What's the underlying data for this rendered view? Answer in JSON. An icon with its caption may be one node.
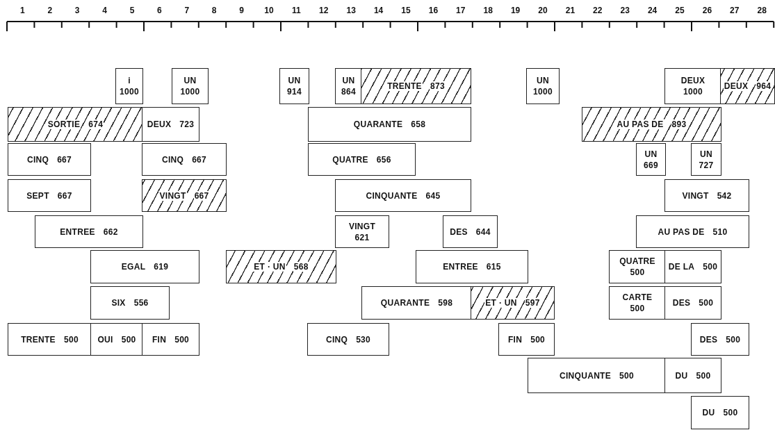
{
  "diagram": {
    "nodes": [
      {
        "text": [
          "i",
          "1000"
        ]
      },
      {
        "text": [
          "UN",
          "1000"
        ]
      },
      {
        "text": [
          "UN",
          "914"
        ]
      },
      {
        "text": [
          "UN",
          "864"
        ]
      },
      {
        "text": [
          "TRENTE",
          "873"
        ]
      },
      {
        "text": [
          "UN",
          "1000"
        ]
      },
      {
        "text": [
          "DEUX",
          "1000"
        ]
      },
      {
        "text": [
          "DEUX",
          "964"
        ]
      },
      {
        "text": [
          "SORTIE",
          "674"
        ]
      },
      {
        "text": [
          "DEUX",
          "723"
        ]
      },
      {
        "text": [
          "QUARANTE",
          "658"
        ]
      },
      {
        "text": [
          "AU PAS DE",
          "893"
        ]
      },
      {
        "text": [
          "CINQ",
          "667"
        ]
      },
      {
        "text": [
          "CINQ",
          "667"
        ]
      },
      {
        "text": [
          "QUATRE",
          "656"
        ]
      },
      {
        "text": [
          "UN",
          "669"
        ]
      },
      {
        "text": [
          "UN",
          "727"
        ]
      },
      {
        "text": [
          "SEPT",
          "667"
        ]
      },
      {
        "text": [
          "VINGT",
          "667"
        ]
      },
      {
        "text": [
          "CINQUANTE",
          "645"
        ]
      },
      {
        "text": [
          "VINGT",
          "542"
        ]
      },
      {
        "text": [
          "ENTREE",
          "662"
        ]
      },
      {
        "text": [
          "VINGT",
          "621"
        ]
      },
      {
        "text": [
          "DES",
          "644"
        ]
      },
      {
        "text": [
          "AU PAS DE",
          "510"
        ]
      },
      {
        "text": [
          "EGAL",
          "619"
        ]
      },
      {
        "text": [
          "ET · UN",
          "568"
        ]
      },
      {
        "text": [
          "ENTREE",
          "615"
        ]
      },
      {
        "text": [
          "QUATRE",
          "500"
        ]
      },
      {
        "text": [
          "DE LA",
          "500"
        ]
      },
      {
        "text": [
          "SIX",
          "556"
        ]
      },
      {
        "text": [
          "QUARANTE",
          "598"
        ]
      },
      {
        "text": [
          "ET · UN",
          "597"
        ]
      },
      {
        "text": [
          "CARTE",
          "500"
        ]
      },
      {
        "text": [
          "DES",
          "500"
        ]
      },
      {
        "text": [
          "TRENTE",
          "500"
        ]
      },
      {
        "text": [
          "OUI",
          "500"
        ]
      },
      {
        "text": [
          "FIN",
          "500"
        ]
      },
      {
        "text": [
          "CINQ",
          "530"
        ]
      },
      {
        "text": [
          "FIN",
          "500"
        ]
      },
      {
        "text": [
          "DES",
          "500"
        ]
      },
      {
        "text": [
          "CINQUANTE",
          "500"
        ]
      },
      {
        "text": [
          "DU",
          "500"
        ]
      },
      {
        "text": [
          "DU",
          "500"
        ]
      }
    ],
    "labels": [
      "1",
      "2",
      "3",
      "4",
      "5",
      "6",
      "7",
      "8",
      "9",
      "10",
      "11",
      "12",
      "13",
      "14",
      "15",
      "16",
      "17",
      "18",
      "19",
      "20",
      "21",
      "22",
      "23",
      "24",
      "25",
      "26",
      "27",
      "28"
    ]
  }
}
